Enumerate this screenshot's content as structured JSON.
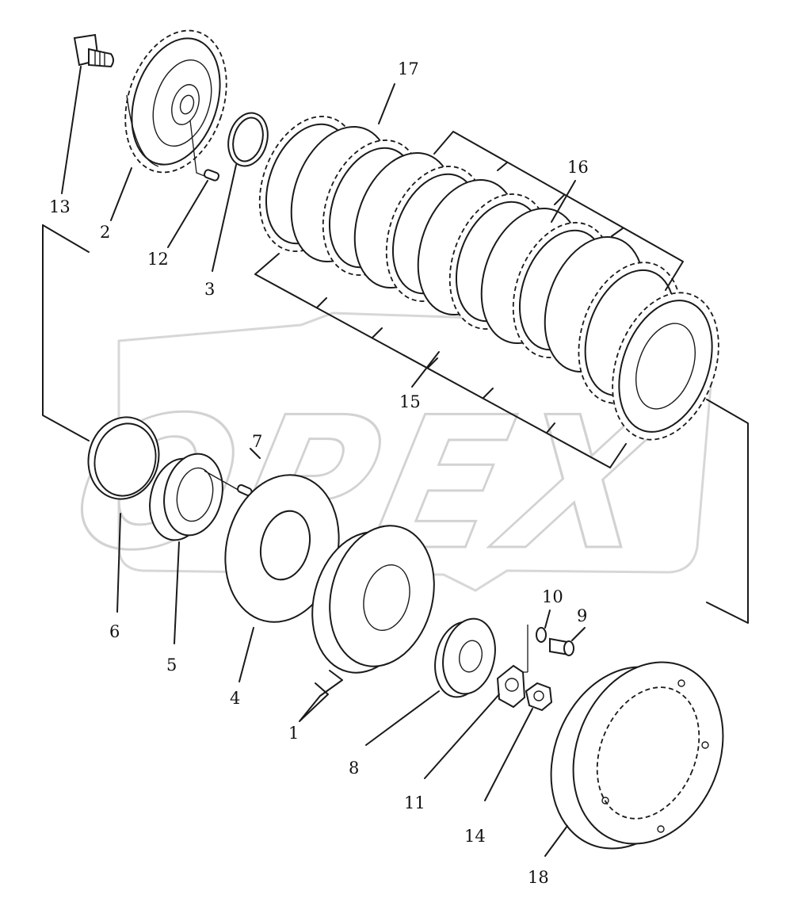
{
  "watermark": {
    "text": "OPEX"
  },
  "labels": {
    "p1": "1",
    "p2": "2",
    "p3": "3",
    "p4": "4",
    "p5": "5",
    "p6": "6",
    "p7": "7",
    "p8": "8",
    "p9": "9",
    "p10": "10",
    "p11": "11",
    "p12": "12",
    "p13": "13",
    "p14": "14",
    "p15": "15",
    "p16": "16",
    "p17": "17",
    "p18": "18"
  },
  "colors": {
    "ink": "#1a1a1a",
    "watermark": "#d7d7d7",
    "background": "#ffffff"
  }
}
